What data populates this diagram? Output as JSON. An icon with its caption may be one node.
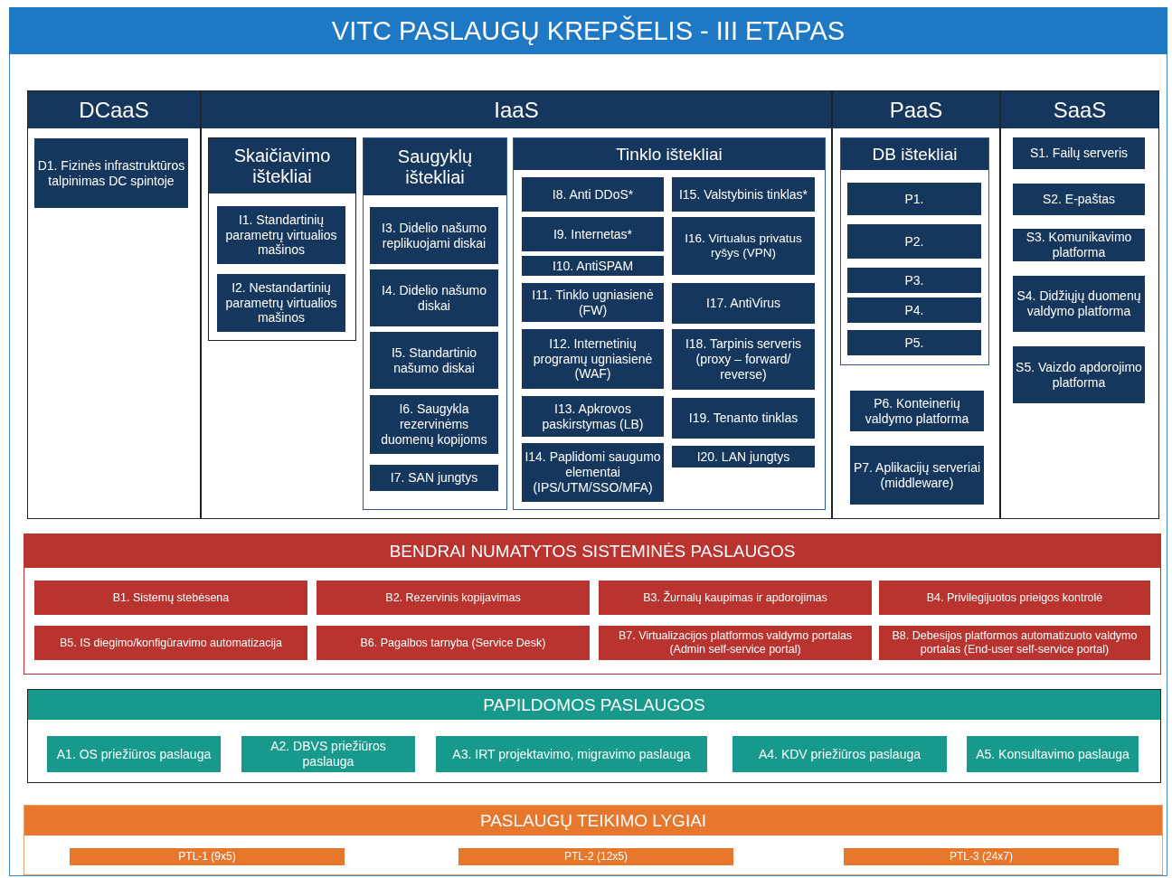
{
  "diagram": {
    "title": "VITC PASLAUGŲ KREPŠELIS - III ETAPAS",
    "nodes": [
      {
        "text": [
          "DCaaS"
        ]
      },
      {
        "text": [
          "D1. Fizinės infrastruktūros talpinimas DC spintoje"
        ],
        "in": 0
      },
      {
        "text": [
          "IaaS"
        ]
      },
      {
        "text": [
          "Skaičiavimo ištekliai"
        ],
        "in": 2
      },
      {
        "text": [
          "I1. Standartinių parametrų virtualios mašinos"
        ],
        "in": 3
      },
      {
        "text": [
          "I2. Nestandartinių parametrų virtualios mašinos"
        ],
        "in": 3
      },
      {
        "text": [
          "Saugyklų ištekliai"
        ],
        "in": 2
      },
      {
        "text": [
          "I3. Didelio našumo replikuojami diskai"
        ],
        "in": 6
      },
      {
        "text": [
          "I4. Didelio našumo diskai"
        ],
        "in": 6
      },
      {
        "text": [
          "I5. Standartinio našumo diskai"
        ],
        "in": 6
      },
      {
        "text": [
          "I6. Saugykla rezervinėms duomenų kopijoms"
        ],
        "in": 6
      },
      {
        "text": [
          "I7. SAN jungtys"
        ],
        "in": 6
      },
      {
        "text": [
          "Tinklo ištekliai"
        ],
        "in": 2
      },
      {
        "text": [
          "I8. Anti DDoS*"
        ],
        "in": 12
      },
      {
        "text": [
          "I9. Internetas*"
        ],
        "in": 12
      },
      {
        "text": [
          "I10. AntiSPAM"
        ],
        "in": 12
      },
      {
        "text": [
          "I11. Tinklo ugniasienė (FW)"
        ],
        "in": 12
      },
      {
        "text": [
          "I12. Internetinių programų ugniasienė (WAF)"
        ],
        "in": 12
      },
      {
        "text": [
          "I13. Apkrovos paskirstymas (LB)"
        ],
        "in": 12
      },
      {
        "text": [
          "I14. Paplidomi saugumo elementai (IPS/UTM/SSO/MFA)"
        ],
        "in": 12
      },
      {
        "text": [
          "I15. Valstybinis tinklas*"
        ],
        "in": 12
      },
      {
        "text": [
          "I16. Virtualus privatus ryšys (VPN)"
        ],
        "in": 12
      },
      {
        "text": [
          "I17. AntiVirus"
        ],
        "in": 12
      },
      {
        "text": [
          "I18. Tarpinis serveris (proxy – forward/ reverse)"
        ],
        "in": 12
      },
      {
        "text": [
          "I19. Tenanto tinklas"
        ],
        "in": 12
      },
      {
        "text": [
          "I20. LAN jungtys"
        ],
        "in": 12
      },
      {
        "text": [
          "PaaS"
        ]
      },
      {
        "text": [
          "DB ištekliai"
        ],
        "in": 26
      },
      {
        "text": [
          "P1."
        ],
        "in": 27
      },
      {
        "text": [
          "P2."
        ],
        "in": 27
      },
      {
        "text": [
          "P3."
        ],
        "in": 27
      },
      {
        "text": [
          "P4."
        ],
        "in": 27
      },
      {
        "text": [
          "P5."
        ],
        "in": 27
      },
      {
        "text": [
          "P6. Konteinerių valdymo platforma"
        ],
        "in": 26
      },
      {
        "text": [
          "P7. Aplikacijų serveriai (middleware)"
        ],
        "in": 26
      },
      {
        "text": [
          "SaaS"
        ]
      },
      {
        "text": [
          "S1. Failų serveris"
        ],
        "in": 35
      },
      {
        "text": [
          "S2. E-paštas"
        ],
        "in": 35
      },
      {
        "text": [
          "S3. Komunikavimo platforma"
        ],
        "in": 35
      },
      {
        "text": [
          "S4. Didžiųjų duomenų valdymo platforma"
        ],
        "in": 35
      },
      {
        "text": [
          "S5. Vaizdo apdorojimo platforma"
        ],
        "in": 35
      },
      {
        "text": [
          "BENDRAI NUMATYTOS SISTEMINĖS PASLAUGOS"
        ]
      },
      {
        "text": [
          "B1. Sistemų stebėsena"
        ],
        "in": 41
      },
      {
        "text": [
          "B2. Rezervinis kopijavimas"
        ],
        "in": 41
      },
      {
        "text": [
          "B3. Žurnalų kaupimas ir apdorojimas"
        ],
        "in": 41
      },
      {
        "text": [
          "B4. Privilegijuotos prieigos kontrolė"
        ],
        "in": 41
      },
      {
        "text": [
          "B5. IS diegimo/konfigūravimo automatizacija"
        ],
        "in": 41
      },
      {
        "text": [
          "B6. Pagalbos tarnyba (Service Desk)"
        ],
        "in": 41
      },
      {
        "text": [
          "B7. Virtualizacijos platformos valdymo portalas (Admin self-service portal)"
        ],
        "in": 41
      },
      {
        "text": [
          "B8. Debesijos platformos automatizuoto valdymo portalas (End-user self-service portal)"
        ],
        "in": 41
      },
      {
        "text": [
          "PAPILDOMOS PASLAUGOS"
        ]
      },
      {
        "text": [
          "A1. OS priežiūros paslauga"
        ],
        "in": 50
      },
      {
        "text": [
          "A2. DBVS priežiūros paslauga"
        ],
        "in": 50
      },
      {
        "text": [
          "A3. IRT projektavimo, migravimo paslauga"
        ],
        "in": 50
      },
      {
        "text": [
          "A4. KDV priežiūros paslauga"
        ],
        "in": 50
      },
      {
        "text": [
          "A5. Konsultavimo paslauga"
        ],
        "in": 50
      },
      {
        "text": [
          "PASLAUGŲ TEIKIMO LYGIAI"
        ]
      },
      {
        "text": [
          "PTL-1 (9x5)"
        ],
        "in": 56
      },
      {
        "text": [
          "PTL-2 (12x5)"
        ],
        "in": 56
      },
      {
        "text": [
          "PTL-3 (24x7)"
        ],
        "in": 56
      }
    ]
  }
}
